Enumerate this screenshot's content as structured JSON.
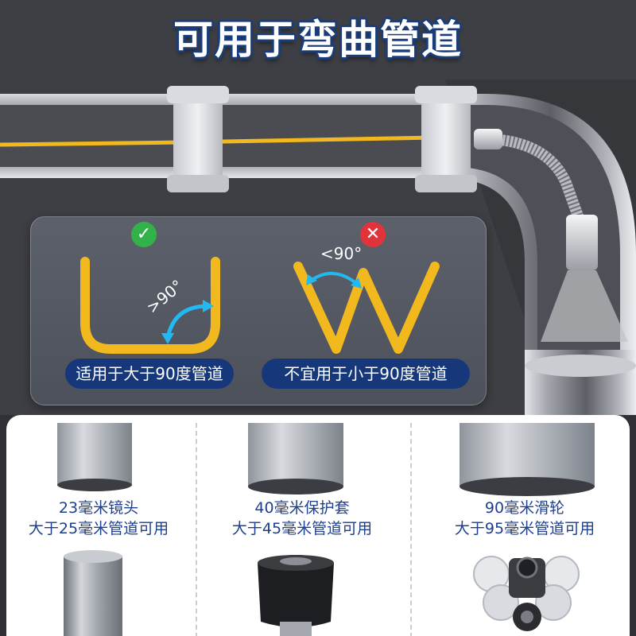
{
  "headline": "可用于弯曲管道",
  "card": {
    "left_badge": "适用于大于90度管道",
    "right_badge": "不宜用于小于90度管道",
    "left_angle": ">90°",
    "right_angle": "<90°",
    "ok_icon": "check-icon",
    "no_icon": "cross-icon",
    "ok_symbol": "✓",
    "no_symbol": "✕"
  },
  "columns": [
    {
      "line1": "23毫米镜头",
      "line2": "大于25毫米管道可用"
    },
    {
      "line1": "40毫米保护套",
      "line2": "大于45毫米管道可用"
    },
    {
      "line1": "90毫米滑轮",
      "line2": "大于95毫米管道可用"
    }
  ],
  "colors": {
    "headline_outline": "#1a3d7a",
    "badge_bg": "#16377a",
    "yellow": "#f2b91f",
    "text_blue": "#1e3f8c",
    "arrow_blue": "#22b8f0"
  }
}
